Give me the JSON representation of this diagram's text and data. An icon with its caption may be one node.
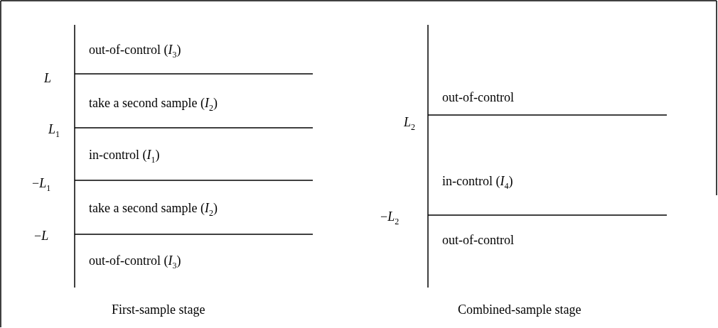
{
  "diagram": {
    "labels": [
      "out-of-control (*I*$_{3}$)",
      "*L*",
      "take a second sample (*I*$_{2}$)",
      "*L*$_{1}$",
      "in-control (*I*$_{1}$)",
      "−*L*$_{1}$",
      "take a second sample (*I*$_{2}$)",
      "−*L*",
      "out-of-control (*I*$_{3}$)",
      "out-of-control",
      "*L*$_{2}$",
      "in-control (*I*$_{4}$)",
      "−*L*$_{2}$",
      "out-of-control",
      "First-sample stage",
      "Combined-sample stage"
    ]
  }
}
